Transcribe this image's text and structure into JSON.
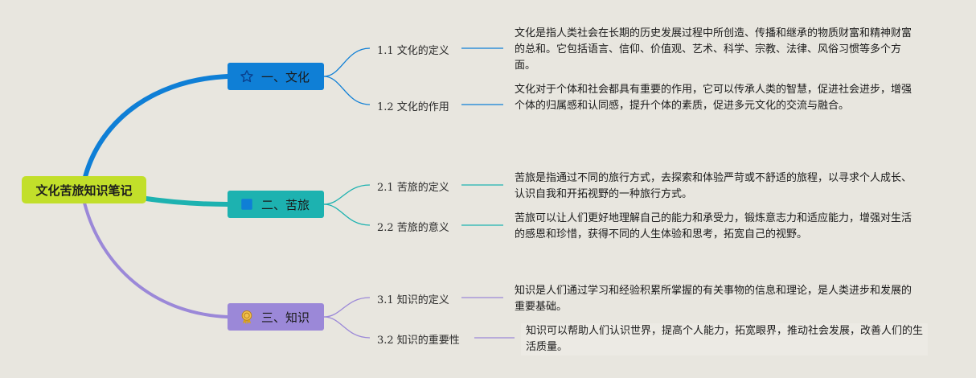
{
  "root": {
    "label": "文化苦旅知识笔记"
  },
  "topics": [
    {
      "label": "一、文化",
      "icon": "star-icon",
      "color": "#0f7fd6",
      "children": [
        {
          "label": "1.1 文化的定义",
          "desc": "文化是指人类社会在长期的历史发展过程中所创造、传播和继承的物质财富和精神财富的总和。它包括语言、信仰、价值观、艺术、科学、宗教、法律、风俗习惯等多个方面。"
        },
        {
          "label": "1.2 文化的作用",
          "desc": "文化对于个体和社会都具有重要的作用，它可以传承人类的智慧，促进社会进步，增强个体的归属感和认同感，提升个体的素质，促进多元文化的交流与融合。"
        }
      ]
    },
    {
      "label": "二、苦旅",
      "icon": "square-icon",
      "color": "#1db2b0",
      "children": [
        {
          "label": "2.1 苦旅的定义",
          "desc": "苦旅是指通过不同的旅行方式，去探索和体验严苛或不舒适的旅程，以寻求个人成长、认识自我和开拓视野的一种旅行方式。"
        },
        {
          "label": "2.2 苦旅的意义",
          "desc": "苦旅可以让人们更好地理解自己的能力和承受力，锻炼意志力和适应能力，增强对生活的感恩和珍惜，获得不同的人生体验和思考，拓宽自己的视野。"
        }
      ]
    },
    {
      "label": "三、知识",
      "icon": "award-ribbon-icon",
      "color": "#9b88d8",
      "children": [
        {
          "label": "3.1 知识的定义",
          "desc": "知识是人们通过学习和经验积累所掌握的有关事物的信息和理论，是人类进步和发展的重要基础。"
        },
        {
          "label": "3.2 知识的重要性",
          "desc": "知识可以帮助人们认识世界，提高个人能力，拓宽眼界，推动社会发展，改善人们的生活质量。"
        }
      ]
    }
  ]
}
